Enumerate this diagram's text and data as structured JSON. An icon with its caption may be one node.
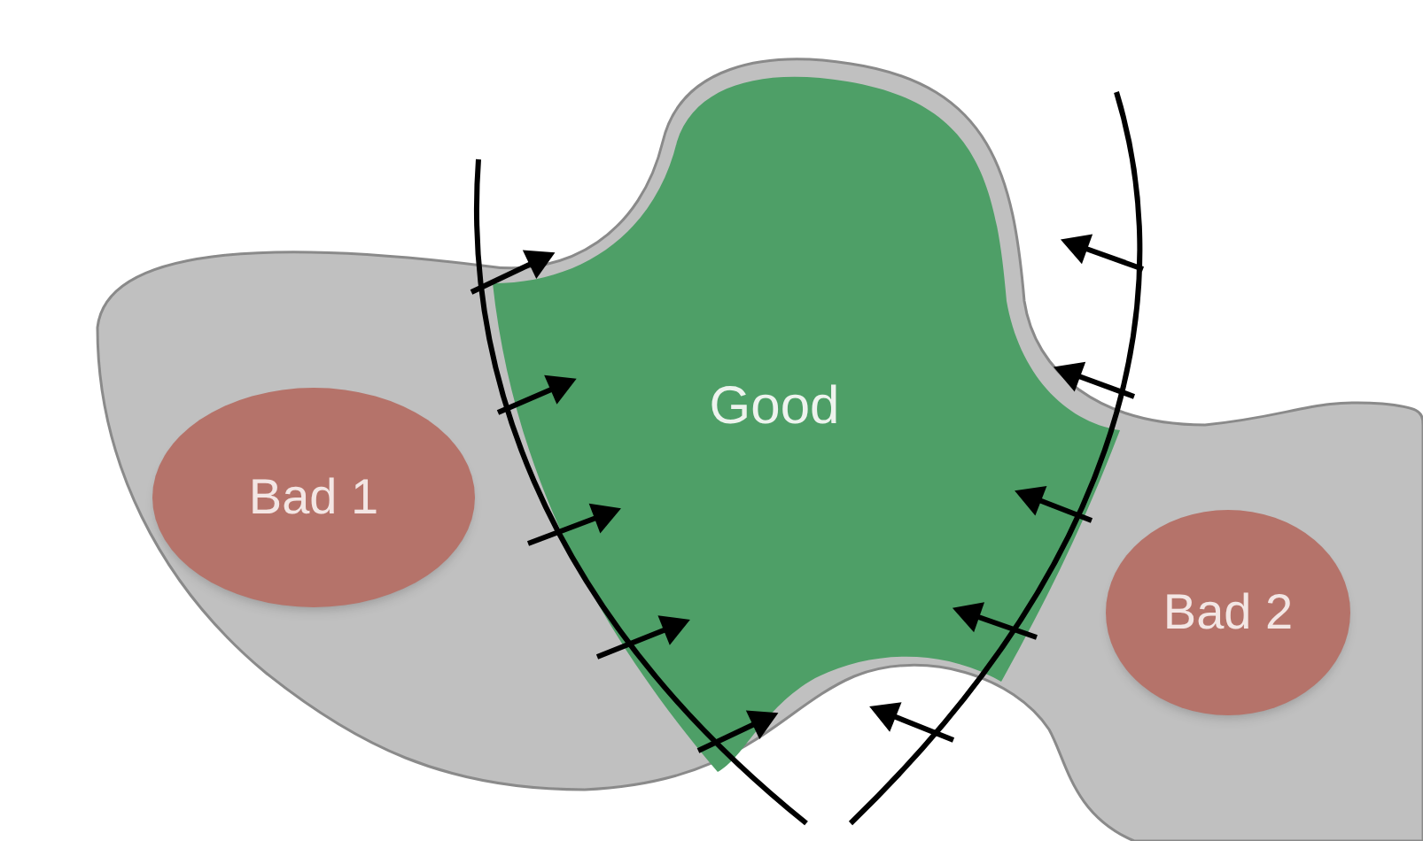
{
  "diagram": {
    "nodes": [
      {
        "text": [
          "Good"
        ]
      },
      {
        "text": [
          "Bad 1"
        ]
      },
      {
        "text": [
          "Bad 2"
        ]
      }
    ]
  }
}
